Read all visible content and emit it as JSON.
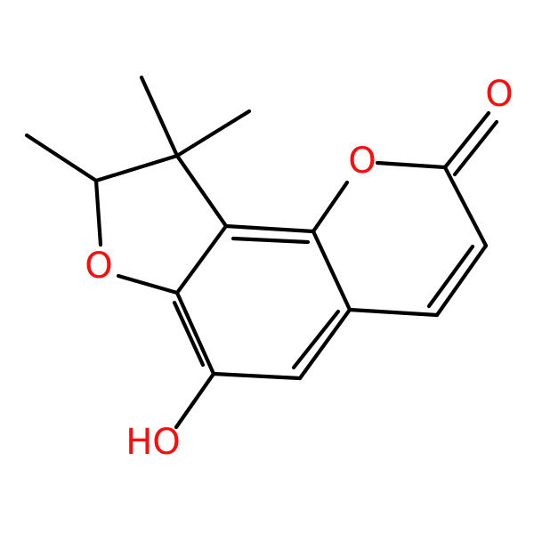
{
  "molecule": {
    "labels": {
      "carbonyl_o": "O",
      "ring_o": "O",
      "furan_o": "O",
      "hydroxyl": "HO"
    },
    "colors": {
      "carbon_bond": "#000000",
      "oxygen": "#ff0d0d"
    }
  }
}
